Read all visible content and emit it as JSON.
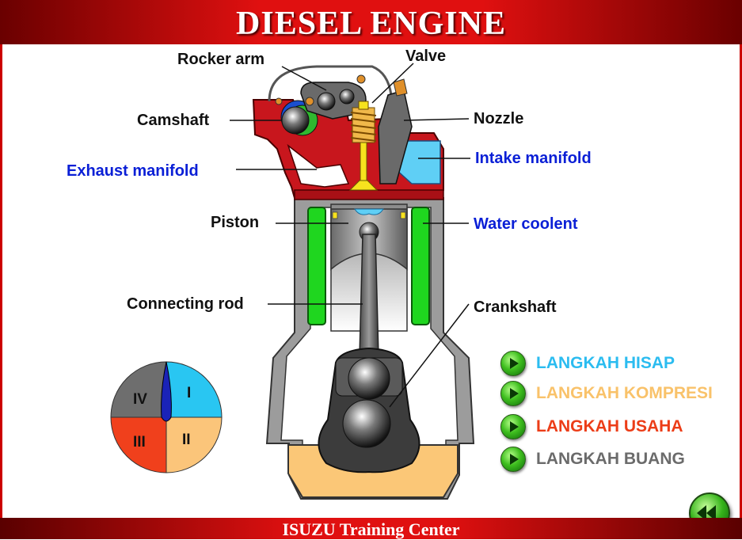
{
  "header": {
    "title": "DIESEL ENGINE"
  },
  "footer": {
    "text": "ISUZU Training Center"
  },
  "labels": {
    "rocker_arm": "Rocker arm",
    "valve": "Valve",
    "camshaft": "Camshaft",
    "nozzle": "Nozzle",
    "exhaust_manifold": "Exhaust manifold",
    "intake_manifold": "Intake manifold",
    "piston": "Piston",
    "water_coolent": "Water coolent",
    "connecting_rod": "Connecting rod",
    "crankshaft": "Crankshaft"
  },
  "cycle_dial": {
    "quadrants": [
      {
        "numeral": "I",
        "color": "#29c6f2"
      },
      {
        "numeral": "II",
        "color": "#fbc57a"
      },
      {
        "numeral": "III",
        "color": "#f0401c"
      },
      {
        "numeral": "IV",
        "color": "#6e6e6e"
      }
    ],
    "pointer_color": "#1a23b8"
  },
  "steps": [
    {
      "label": "LANGKAH HISAP",
      "color": "#2bbcf0"
    },
    {
      "label": "LANGKAH KOMPRESI",
      "color": "#f9c26a"
    },
    {
      "label": "LANGKAH USAHA",
      "color": "#ec3d18"
    },
    {
      "label": "LANGKAH BUANG",
      "color": "#6b6b6b"
    }
  ],
  "colors": {
    "cylinder_head": "#c8161d",
    "block": "#9a9a9a",
    "coolant": "#1fd61f",
    "intake_air": "#5fcff5",
    "oil": "#fbc777",
    "valve": "#f7e21e"
  }
}
